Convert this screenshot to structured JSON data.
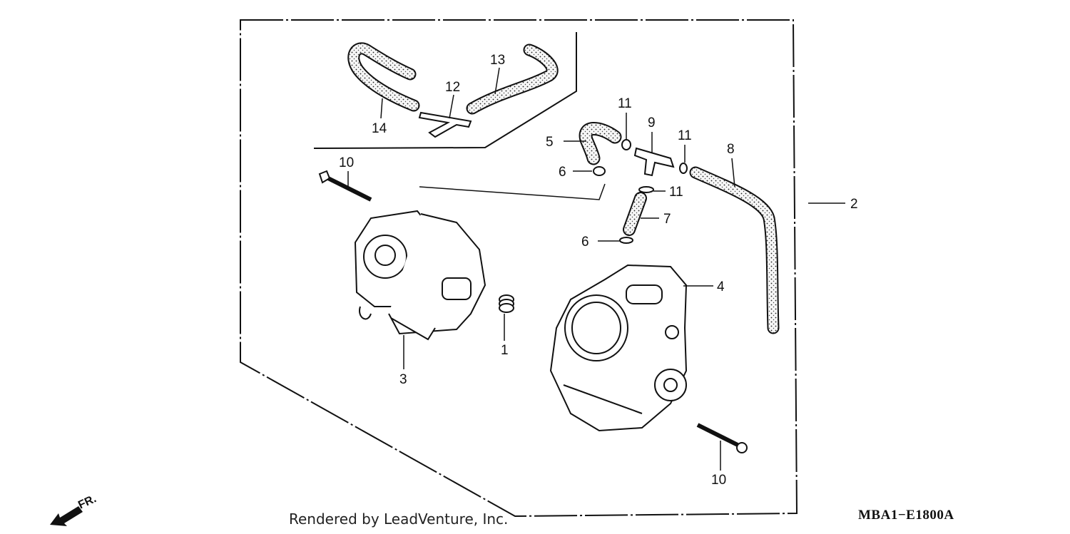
{
  "callouts": {
    "c1": "1",
    "c2": "2",
    "c3": "3",
    "c4": "4",
    "c5": "5",
    "c6a": "6",
    "c6b": "6",
    "c7": "7",
    "c8": "8",
    "c9": "9",
    "c10a": "10",
    "c10b": "10",
    "c11a": "11",
    "c11b": "11",
    "c11c": "11",
    "c12": "12",
    "c13": "13",
    "c14": "14"
  },
  "direction_label": "FR.",
  "credit": "Rendered by LeadVenture, Inc.",
  "diagram_code": "MBA1−E1800A",
  "colors": {
    "ink": "#111111",
    "hose_fill": "#f4f4f4"
  }
}
